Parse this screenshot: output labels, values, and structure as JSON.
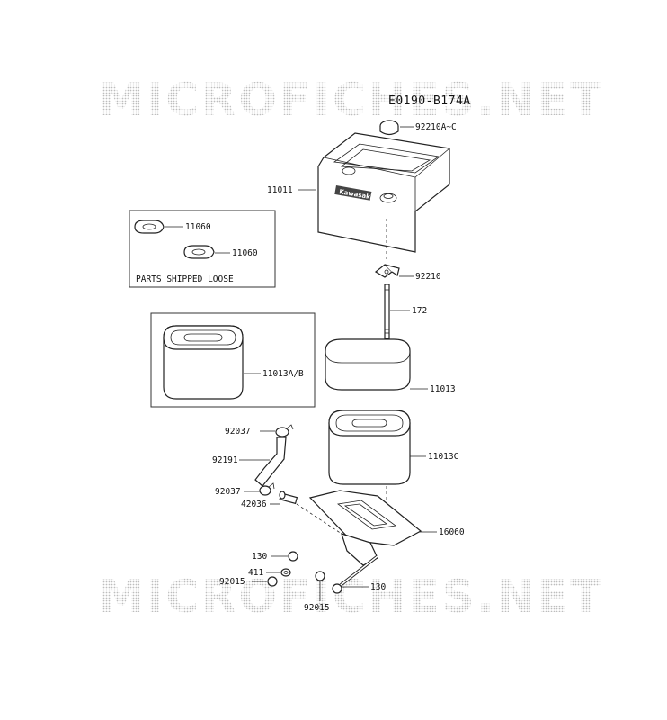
{
  "diagram_code": "E0190-B174A",
  "watermark": "MICROFICHES.NET",
  "loose_parts_caption": "PARTS SHIPPED LOOSE",
  "parts": {
    "cap": "92210A~C",
    "cover": "11011",
    "gasket_a": "11060",
    "gasket_b": "11060",
    "wing_nut": "92210",
    "stud": "172",
    "precleaner": "11013",
    "element_kit": "11013A/B",
    "element": "11013C",
    "clamp_upper": "92037",
    "hose": "92191",
    "clamp_lower": "92037",
    "fitting": "42036",
    "base": "16060",
    "bolt_left": "130",
    "washer": "411",
    "nut_left": "92015",
    "bolt_right": "130",
    "nut_right": "92015"
  },
  "cover_logo": "Kawasaki"
}
